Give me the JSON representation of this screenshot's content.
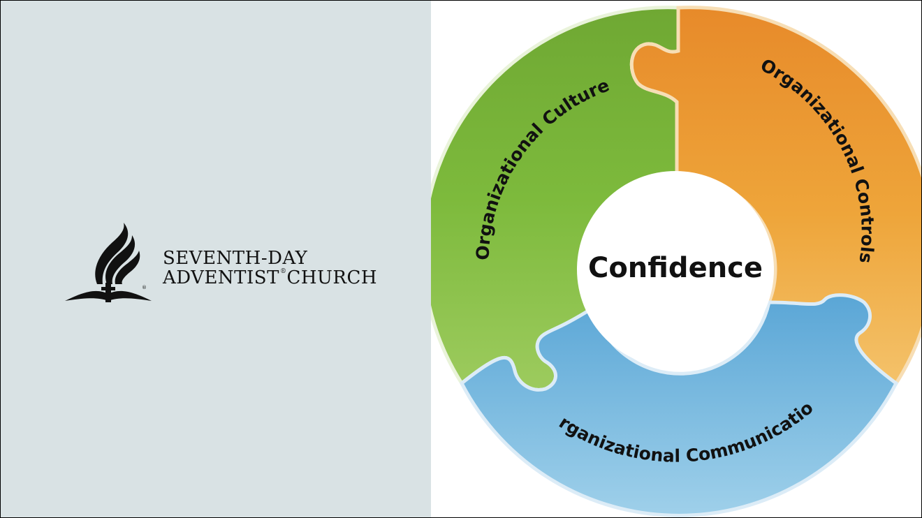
{
  "logo": {
    "line1": "SEVENTH-DAY",
    "line2_a": "ADVENTIST",
    "line2_b": "CHURCH",
    "registered": "®"
  },
  "diagram": {
    "center_label": "Confidence",
    "segments": [
      {
        "label": "Organizational Culture",
        "color": "#7cb63a"
      },
      {
        "label": "Organizational Controls",
        "color": "#ec9a2e"
      },
      {
        "label": "Organizational Communication",
        "color": "#6aafd8"
      }
    ]
  }
}
